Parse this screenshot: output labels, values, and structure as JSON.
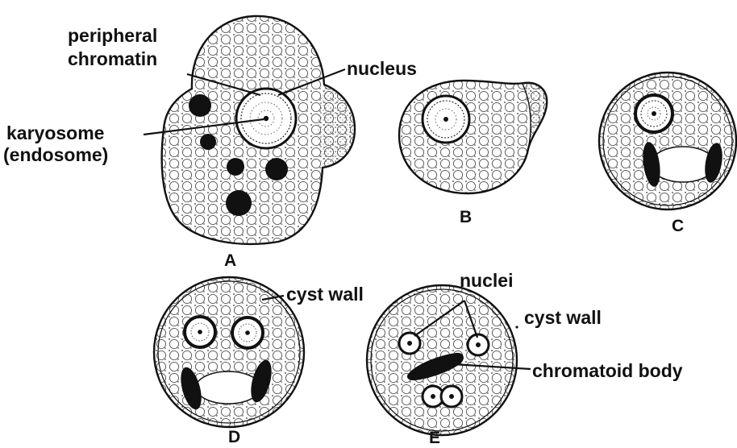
{
  "labels": {
    "peripheral": "peripheral",
    "chromatin": "chromatin",
    "nucleus": "nucleus",
    "karyosome": "karyosome",
    "endosome": "(endosome)",
    "cyst_wall_d": "cyst wall",
    "nuclei": "nuclei",
    "cyst_wall_e": "cyst wall",
    "chromatoid_body": "chromatoid body"
  },
  "panels": {
    "a": "A",
    "b": "B",
    "c": "C",
    "d": "D",
    "e": "E"
  },
  "colors": {
    "ink": "#111111",
    "cytoplasm_dots": "#555555",
    "background": "#ffffff"
  }
}
